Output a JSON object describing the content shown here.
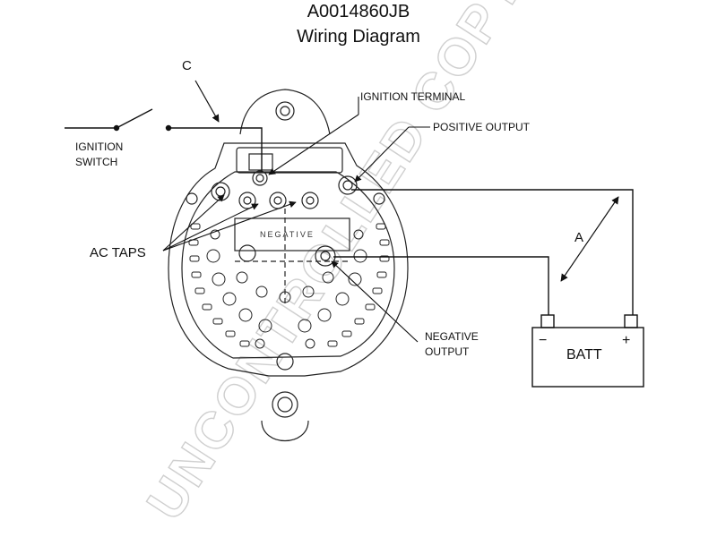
{
  "title": {
    "part_number": "A0014860JB",
    "subtitle": "Wiring Diagram"
  },
  "labels": {
    "c": "C",
    "ignition_terminal": "IGNITION TERMINAL",
    "positive_output": "POSITIVE OUTPUT",
    "ignition_switch_line1": "IGNITION",
    "ignition_switch_line2": "SWITCH",
    "ac_taps": "AC TAPS",
    "negative_plate": "NEGATIVE",
    "a": "A",
    "negative_output_line1": "NEGATIVE",
    "negative_output_line2": "OUTPUT",
    "batt": "BATT",
    "batt_minus": "−",
    "batt_plus": "+"
  },
  "watermark": "UNCONTROLLED COPY"
}
